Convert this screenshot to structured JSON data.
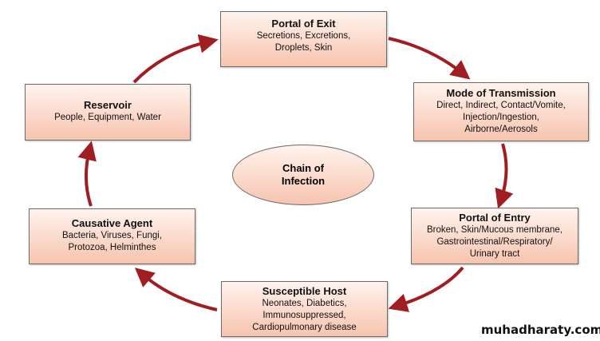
{
  "nodes": [
    {
      "title": "Portal of Exit",
      "detail": [
        "Secretions, Excretions,",
        "Droplets, Skin"
      ]
    },
    {
      "title": "Mode of Transmission",
      "detail": [
        "Direct, Indirect, Contact/Vomite,",
        "Injection/Ingestion,",
        "Airborne/Aerosols"
      ]
    },
    {
      "title": "Portal of Entry",
      "detail": [
        "Broken, Skin/Mucous membrane,",
        "Gastrointestinal/Respiratory/",
        "Urinary tract"
      ]
    },
    {
      "title": "Susceptible Host",
      "detail": [
        "Neonates, Diabetics,",
        "Immunosuppressed,",
        "Cardiopulmonary disease"
      ]
    },
    {
      "title": "Causative Agent",
      "detail": [
        "Bacteria, Viruses, Fungi,",
        "Protozoa, Helminthes"
      ]
    },
    {
      "title": "Reservoir",
      "detail": [
        "People, Equipment, Water"
      ]
    }
  ],
  "center": "Chain of\nInfection",
  "watermark": "muhadharaty.com",
  "colors": {
    "arrow": "#a01d22",
    "box_bottom": "#f7c4ae"
  }
}
